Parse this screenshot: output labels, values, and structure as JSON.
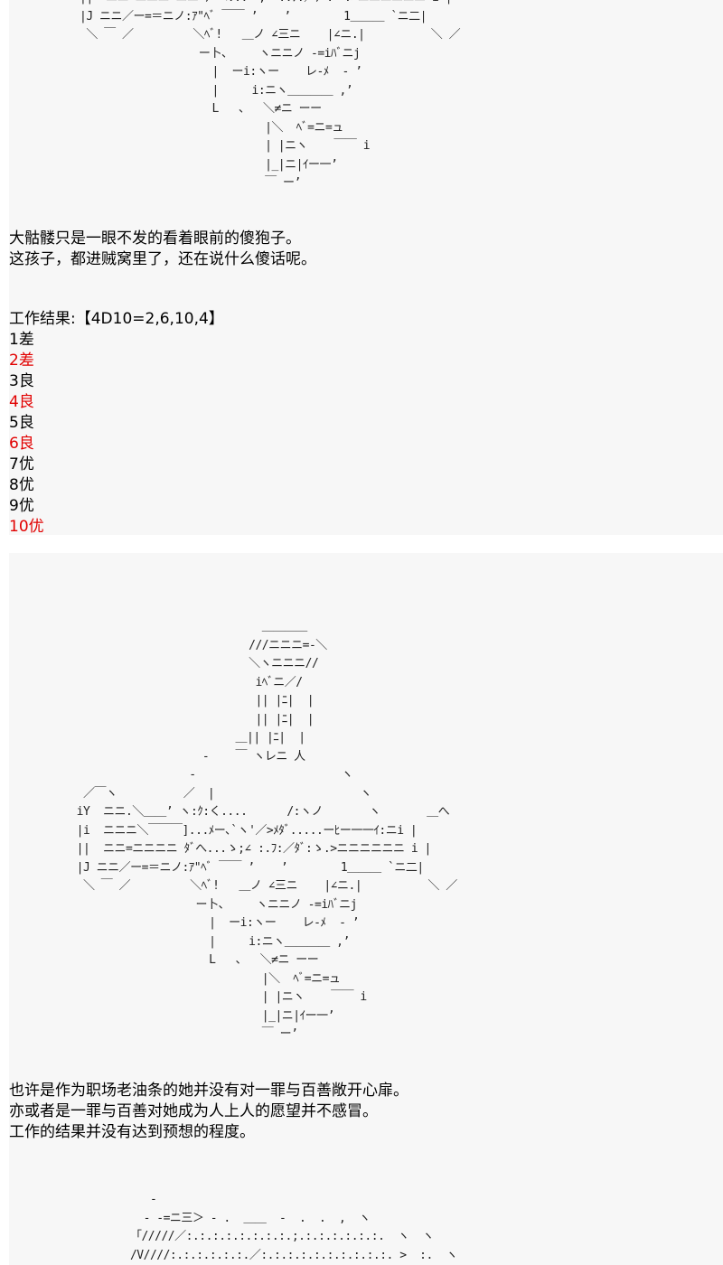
{
  "art_1": [
    "||  ニニ<ニニニ ニニ ﾀﾞへ...ゝ;∠ :.ﾌ:／ﾀﾞ:ゝ.>ニニニニニニ i |",
    "|J ニニ／ー=＝ニノ:ｱ\"ﾍﾞ ￣￣ ’    ’        1＿＿＿ `ニ二|",
    " ＼ ￣ ／         ＼ﾍﾞ!   ＿ノ ∠三ニ    |∠ニ.|          ＼ ／",
    "                  ー卜、    ヽニニノ -=iﾊﾞニj",
    "                    |  ーi:ヽー    レ-ﾒ  - ’",
    "                    |     i:ニヽ＿＿＿＿ ,’",
    "                    L   、  ＼≠ニ ーー",
    "                            |＼  ﾍﾞ=ニ=ュ",
    "                            | |ニヽ    ￣￣ i",
    "                            |_|ニ|ｲー一’",
    "                            ￣ ー’"
  ],
  "narration_1": [
    "大骷髅只是一眼不发的看着眼前的傻狍子。",
    "这孩子，都进贼窝里了，还在说什么傻话呢。"
  ],
  "results": {
    "heading": "工作结果:【4D10=2,6,10,4】",
    "items": [
      {
        "label": "1差",
        "highlighted": false
      },
      {
        "label": "2差",
        "highlighted": true
      },
      {
        "label": "3良",
        "highlighted": false
      },
      {
        "label": "4良",
        "highlighted": true
      },
      {
        "label": "5良",
        "highlighted": false
      },
      {
        "label": "6良",
        "highlighted": true
      },
      {
        "label": "7优",
        "highlighted": false
      },
      {
        "label": "8优",
        "highlighted": false
      },
      {
        "label": "9优",
        "highlighted": false
      },
      {
        "label": "10优",
        "highlighted": true
      }
    ],
    "highlight_color": "#e10000"
  },
  "art_2": [
    "                              ＿＿＿＿",
    "                            ///ニニニ=-＼",
    "                            ＼ヽニニニ//",
    "                             iﾍﾞニ／/",
    "                             || |ﾆ|  |",
    "                             || |ﾆ|  |",
    "                          ＿|| |ﾆ|  |",
    "                     -    ￣ ヽレニ 人",
    "                   -                      ヽ",
    "   ／￣ヽ          ／  |                      ヽ",
    "  iY  ニニ.＼＿＿’ ヽ:ｸ:く....      /:ヽノ       ヽ       ＿へ",
    "  |i  ニニニ＼￣￣￣]...ﾒー､`ヽ'／>ﾒﾀﾞ.....ーﾋー一一ｲ:ニi |",
    "  ||  ニニ=ニニニニ ﾀﾞへ...ゝ;∠ :.ﾌ:／ﾀﾞ:ゝ.>ニニニニニニ i |",
    "  |J ニニ／ー=＝ニノ:ｱ\"ﾍﾞ ￣￣ ’    ’        1＿＿＿ `ニ二|",
    "   ＼ ￣ ／         ＼ﾍﾞ!   ＿ノ ∠三ニ    |∠ニ.|          ＼ ／",
    "                    ー卜、    ヽニニノ -=iﾊﾞニj",
    "                      |  ーi:ヽー    レ-ﾒ  - ’",
    "                      |     i:ニヽ＿＿＿＿ ,’",
    "                      L   、  ＼≠ニ ーー",
    "                              |＼  ﾍﾞ=ニ=ュ",
    "                              | |ニヽ    ￣￣ i",
    "                              |_|ニ|ｲー一’",
    "                              ￣ ー’"
  ],
  "narration_2": [
    "也许是作为职场老油条的她并没有对一罪与百善敞开心扉。",
    "亦或者是一罪与百善对她成为人上人的愿望并不感冒。",
    "工作的结果并没有达到预想的程度。"
  ],
  "art_3": [
    "         -",
    "        - -=ニ三＞ - .  ＿＿  -  .  .  ,  ヽ",
    "      「/////／:.:.:.:.:.:.:.:.;.:.:.:.:.:.:.  ヽ  ヽ",
    "      /V////:.:.:.:.:.:.／:.:.:.:.:.:.:.:.:.:. >  :.  ヽ"
  ]
}
